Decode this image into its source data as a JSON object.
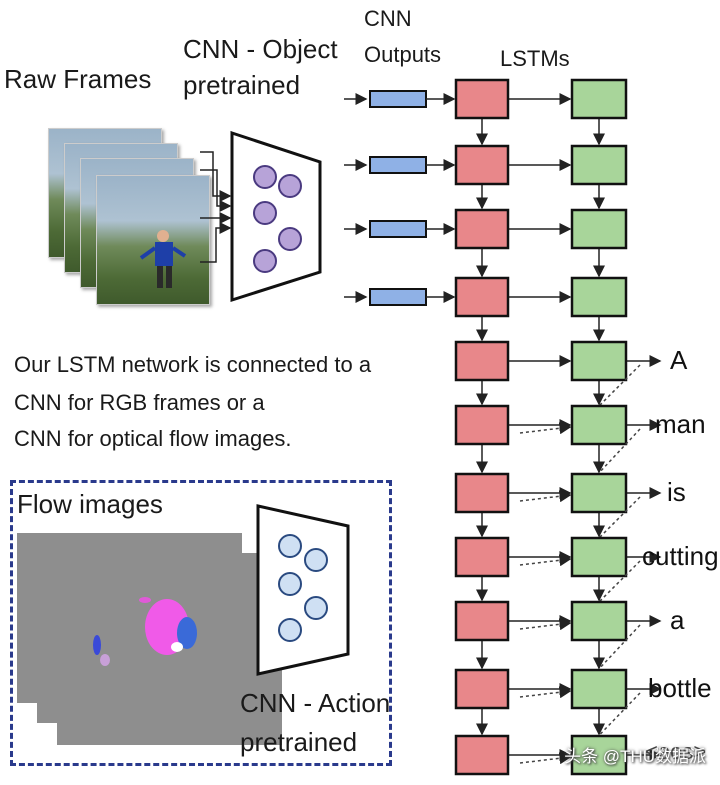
{
  "labels": {
    "raw_frames": "Raw Frames",
    "cnn_object_line1": "CNN - Object",
    "cnn_object_line2": "pretrained",
    "cnn_outputs_line1": "CNN",
    "cnn_outputs_line2": "Outputs",
    "lstms": "LSTMs",
    "description": [
      "Our LSTM network is connected to a",
      "CNN for RGB frames or a",
      "CNN for optical flow images."
    ],
    "flow_images": "Flow images",
    "cnn_action_line1": "CNN - Action",
    "cnn_action_line2": "pretrained"
  },
  "output_words": [
    "A",
    "man",
    "is",
    "cutting",
    "a",
    "bottle",
    "<eos>"
  ],
  "watermark": "头条 @THU数据派",
  "colors": {
    "lstm1": "#e8878a",
    "lstm2": "#a8d59a",
    "cnn_output": "#8fb1e6",
    "cnn_object_node": "#b7a3d8",
    "cnn_action_node": "#cfe0f3",
    "flow_border": "#2a3a8c"
  }
}
